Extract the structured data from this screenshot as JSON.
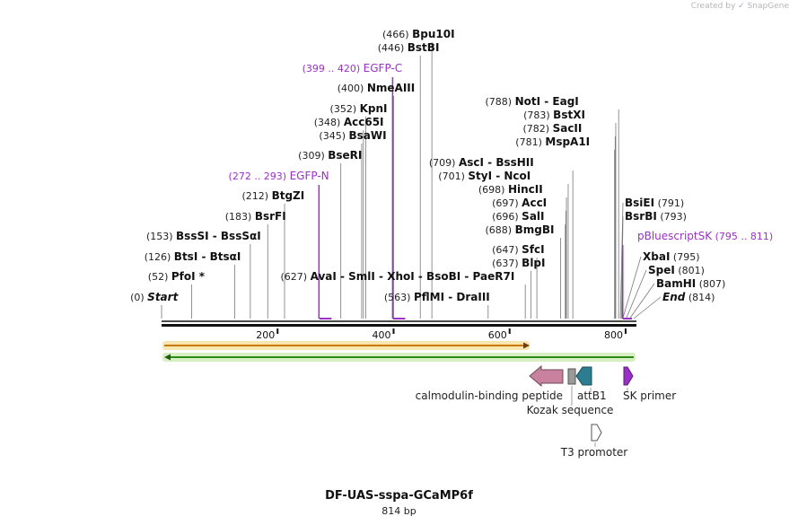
{
  "watermark": {
    "prefix": "Created by",
    "brand": "SnapGene"
  },
  "plasmid": {
    "name": "DF-UAS-sspa-GCaMP6f",
    "length_label": "814 bp",
    "length": 814
  },
  "axis": {
    "ticks": [
      200,
      400,
      600,
      800
    ]
  },
  "enzymes": [
    {
      "pos": 466,
      "pos_label": "(466)",
      "name": "Bpu10I",
      "label_y": 42
    },
    {
      "pos": 446,
      "pos_label": "(446)",
      "name": "BstBI",
      "label_y": 57
    },
    {
      "pos": 400,
      "pos_label": "(400)",
      "name": "NmeAIII",
      "label_y": 102
    },
    {
      "pos": 352,
      "pos_label": "(352)",
      "name": "KpnI",
      "label_y": 125
    },
    {
      "pos": 348,
      "pos_label": "(348)",
      "name": "Acc65I",
      "label_y": 140
    },
    {
      "pos": 345,
      "pos_label": "(345)",
      "name": "BsaWI",
      "label_y": 155
    },
    {
      "pos": 309,
      "pos_label": "(309)",
      "name": "BseRI",
      "label_y": 177
    },
    {
      "pos": 212,
      "pos_label": "(212)",
      "name": "BtgZI",
      "label_y": 222
    },
    {
      "pos": 183,
      "pos_label": "(183)",
      "name": "BsrFI",
      "label_y": 245
    },
    {
      "pos": 153,
      "pos_label": "(153)",
      "name": "BssSI - BssSαI",
      "label_y": 267
    },
    {
      "pos": 126,
      "pos_label": "(126)",
      "name": "BtsI - BtsαI",
      "label_y": 290
    },
    {
      "pos": 52,
      "pos_label": "(52)",
      "name": "PfoI *",
      "label_y": 312
    },
    {
      "pos": 0,
      "pos_label": "(0)",
      "name": "Start",
      "label_y": 335,
      "italic": true
    },
    {
      "pos": 627,
      "pos_label": "(627)",
      "name": "AvaI - SmlI - XhoI - BsoBI - PaeR7I",
      "label_y": 312
    },
    {
      "pos": 563,
      "pos_label": "(563)",
      "name": "PflMI - DraIII",
      "label_y": 335
    },
    {
      "pos": 788,
      "pos_label": "(788)",
      "name": "NotI - EagI",
      "label_y": 117
    },
    {
      "pos": 783,
      "pos_label": "(783)",
      "name": "BstXI",
      "label_y": 132
    },
    {
      "pos": 782,
      "pos_label": "(782)",
      "name": "SacII",
      "label_y": 147
    },
    {
      "pos": 781,
      "pos_label": "(781)",
      "name": "MspA1I",
      "label_y": 162
    },
    {
      "pos": 709,
      "pos_label": "(709)",
      "name": "AscI - BssHII",
      "label_y": 185
    },
    {
      "pos": 701,
      "pos_label": "(701)",
      "name": "StyI - NcoI",
      "label_y": 200
    },
    {
      "pos": 698,
      "pos_label": "(698)",
      "name": "HincII",
      "label_y": 215
    },
    {
      "pos": 697,
      "pos_label": "(697)",
      "name": "AccI",
      "label_y": 230
    },
    {
      "pos": 696,
      "pos_label": "(696)",
      "name": "SalI",
      "label_y": 245
    },
    {
      "pos": 688,
      "pos_label": "(688)",
      "name": "BmgBI",
      "label_y": 260
    },
    {
      "pos": 647,
      "pos_label": "(647)",
      "name": "SfcI",
      "label_y": 282
    },
    {
      "pos": 637,
      "pos_label": "(637)",
      "name": "BlpI",
      "label_y": 297
    },
    {
      "pos": 791,
      "pos_label": "(791)",
      "name": "BsiEI",
      "label_y": 230
    },
    {
      "pos": 793,
      "pos_label": "(793)",
      "name": "BsrBI",
      "label_y": 245
    },
    {
      "pos": 795,
      "pos_label": "(795)",
      "name": "XbaI",
      "label_y": 290
    },
    {
      "pos": 801,
      "pos_label": "(801)",
      "name": "SpeI",
      "label_y": 305
    },
    {
      "pos": 807,
      "pos_label": "(807)",
      "name": "BamHI",
      "label_y": 320
    },
    {
      "pos": 814,
      "pos_label": "(814)",
      "name": "End",
      "label_y": 335,
      "italic": true
    }
  ],
  "primers": [
    {
      "start": 399,
      "end": 420,
      "range_label": "(399 .. 420)",
      "name": "EGFP-C",
      "label_y": 80,
      "color": "#9b30c8"
    },
    {
      "start": 272,
      "end": 293,
      "range_label": "(272 .. 293)",
      "name": "EGFP-N",
      "label_y": 200,
      "color": "#9b30c8"
    },
    {
      "start": 795,
      "end": 811,
      "range_label": "(795 .. 811)",
      "name": "pBluescriptSK",
      "label_y": 267,
      "color": "#9b30c8"
    }
  ],
  "features": [
    {
      "name": "calmodulin-binding peptide",
      "color": "#c8829e"
    },
    {
      "name": "Kozak sequence",
      "color": "#9a9a9a"
    },
    {
      "name": "attB1",
      "color": "#2b7d8f"
    },
    {
      "name": "SK primer",
      "color": "#9b30c8"
    },
    {
      "name": "T3 promoter",
      "color": "#ffffff"
    }
  ],
  "bars": [
    {
      "name": "orange-bar",
      "color": "#f2a01e",
      "glow": "#f8e6b0"
    },
    {
      "name": "green-bar",
      "color": "#5fc23a",
      "glow": "#d6f0c4"
    }
  ]
}
